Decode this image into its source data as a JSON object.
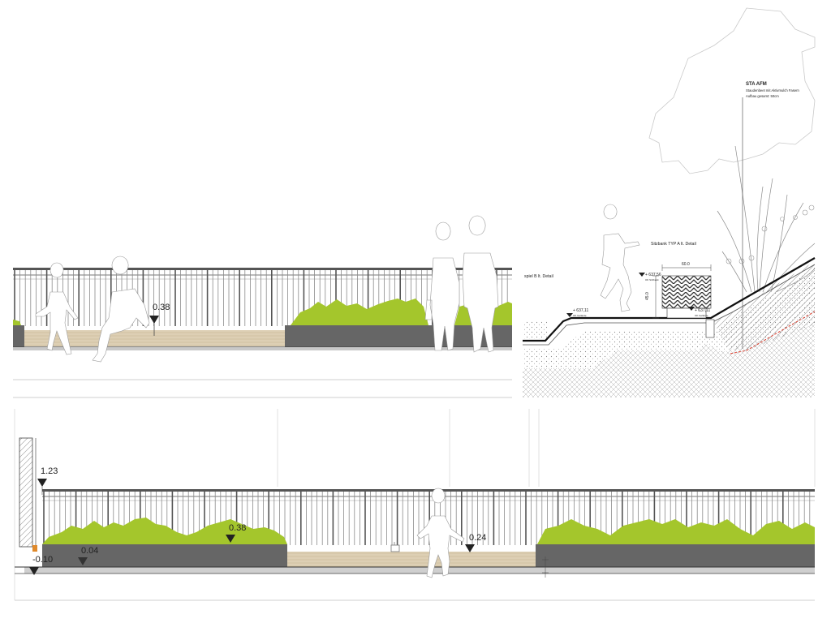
{
  "elevation_top": {
    "markers": [
      {
        "label": "0.38"
      }
    ]
  },
  "section_detail": {
    "title": "STA AFM",
    "subtitle_line1": "Staudenbeet mit Aktivmulch Fasern",
    "subtitle_line2": "Aufbau gesamt: 50cm",
    "callout_bench": "Sitzbank  TYP A lt. Detail",
    "callout_left": "spiel B lt. Detail",
    "dim_width": "60.0",
    "dim_height": "45.0",
    "level_left": "+ 637,11",
    "level_left_note": "OK Gelände",
    "level_bench": "+ 637,56",
    "level_bench_note": "OK Sitzbank",
    "level_right": "+ 637,11",
    "level_right_note": "OK Gelände",
    "colors": {
      "green": "#a4c62c",
      "dark": "#666666",
      "wood": "#d9cbb0"
    }
  },
  "elevation_bottom": {
    "markers": [
      {
        "label": "1.23"
      },
      {
        "label": "0.38"
      },
      {
        "label": "0.24"
      },
      {
        "label": "0.04"
      },
      {
        "label": "-0.10"
      }
    ]
  }
}
